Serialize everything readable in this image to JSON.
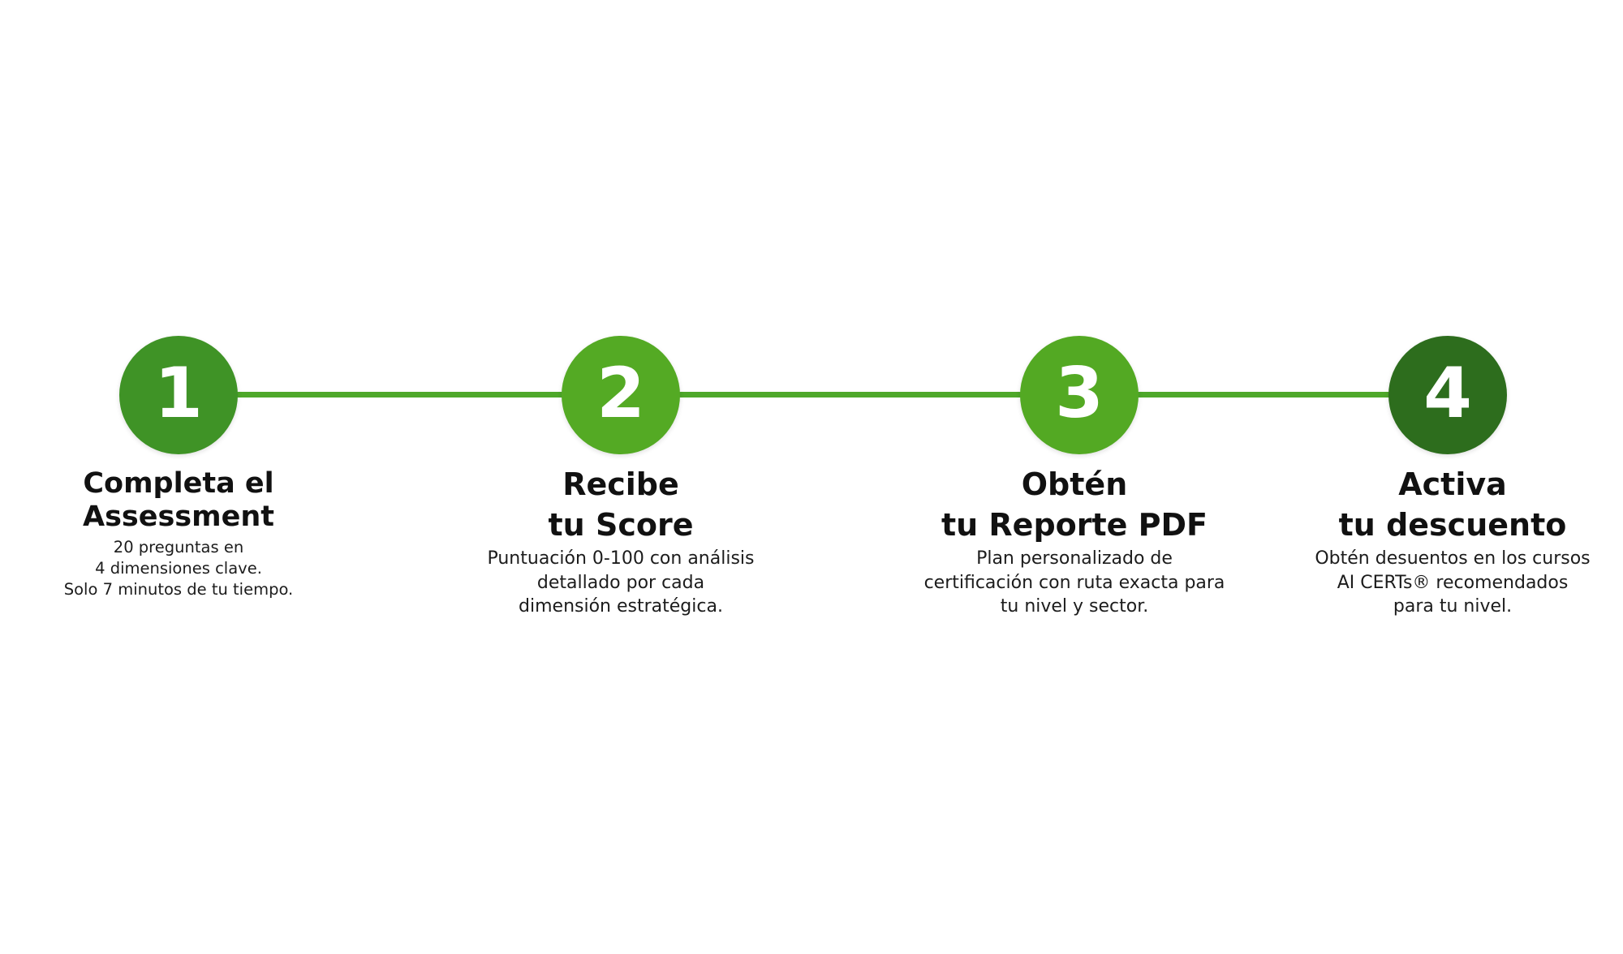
{
  "colors": {
    "line": "#4ea82a",
    "circle_1": "#3f9326",
    "circle_2": "#54aa24",
    "circle_3": "#53a923",
    "circle_4": "#2d6d1d"
  },
  "steps": [
    {
      "number": "1",
      "title": "Completa el\nAssessment",
      "description": "20 preguntas en\n4 dimensiones clave.\nSolo 7 minutos de tu tiempo."
    },
    {
      "number": "2",
      "title": "Recibe\ntu Score",
      "description": "Puntuación 0-100 con análisis\ndetallado por cada\ndimensión estratégica."
    },
    {
      "number": "3",
      "title": "Obtén\ntu Reporte PDF",
      "description": "Plan personalizado de\ncertificación con ruta exacta para\ntu nivel y sector."
    },
    {
      "number": "4",
      "title": "Activa\ntu descuento",
      "description": "Obtén desuentos en los cursos\nAI CERTs® recomendados\npara tu nivel."
    }
  ]
}
